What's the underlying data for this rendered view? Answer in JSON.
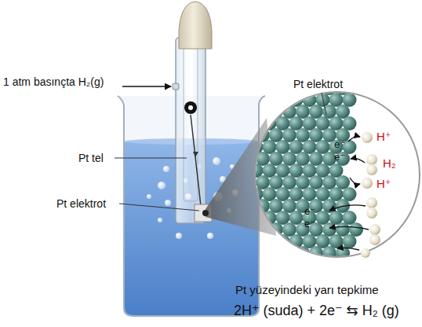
{
  "diagram": {
    "labels": [
      "1 atm basınçta H₂(g)",
      "Pt tel",
      "Pt elektrot",
      "Pt elektrot",
      "H⁺",
      "e⁻",
      "e⁻",
      "H₂",
      "H⁺",
      "e⁻",
      "e⁻",
      "Pt yüzeyindeki yarı tepkime",
      "2H⁺ (suda) + 2e⁻ ⇆ H₂ (g)"
    ]
  }
}
